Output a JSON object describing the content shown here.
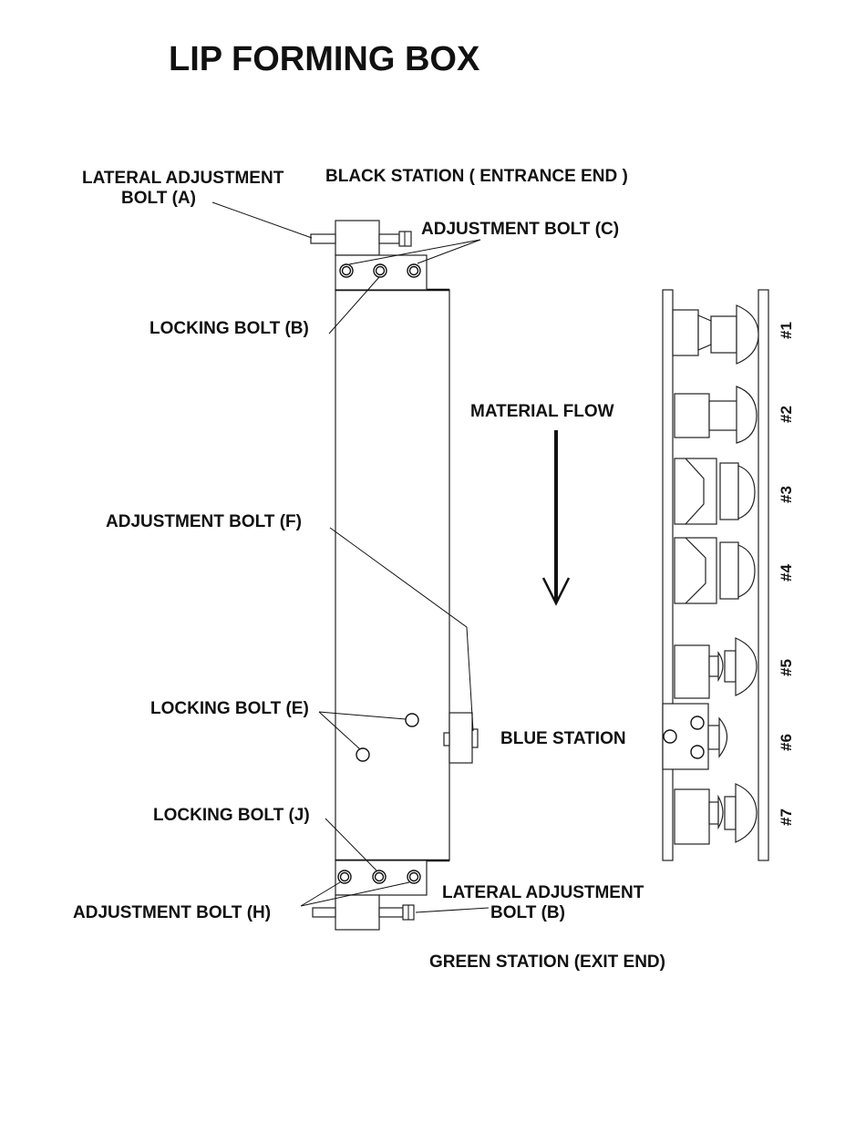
{
  "title": "LIP FORMING BOX",
  "labels": {
    "lateral_a_line1": "LATERAL ADJUSTMENT",
    "lateral_a_line2": "BOLT (A)",
    "black_station": "BLACK STATION ( ENTRANCE END )",
    "adjustment_c": "ADJUSTMENT BOLT (C)",
    "locking_b": "LOCKING BOLT (B)",
    "material_flow": "MATERIAL FLOW",
    "adjustment_f": "ADJUSTMENT BOLT (F)",
    "locking_e": "LOCKING BOLT (E)",
    "blue_station": "BLUE STATION",
    "locking_j": "LOCKING BOLT (J)",
    "adjustment_h": "ADJUSTMENT BOLT (H)",
    "lateral_b_line1": "LATERAL ADJUSTMENT",
    "lateral_b_line2": "BOLT (B)",
    "green_station": "GREEN STATION (EXIT END)"
  },
  "stations": [
    "#1",
    "#2",
    "#3",
    "#4",
    "#5",
    "#6",
    "#7"
  ]
}
